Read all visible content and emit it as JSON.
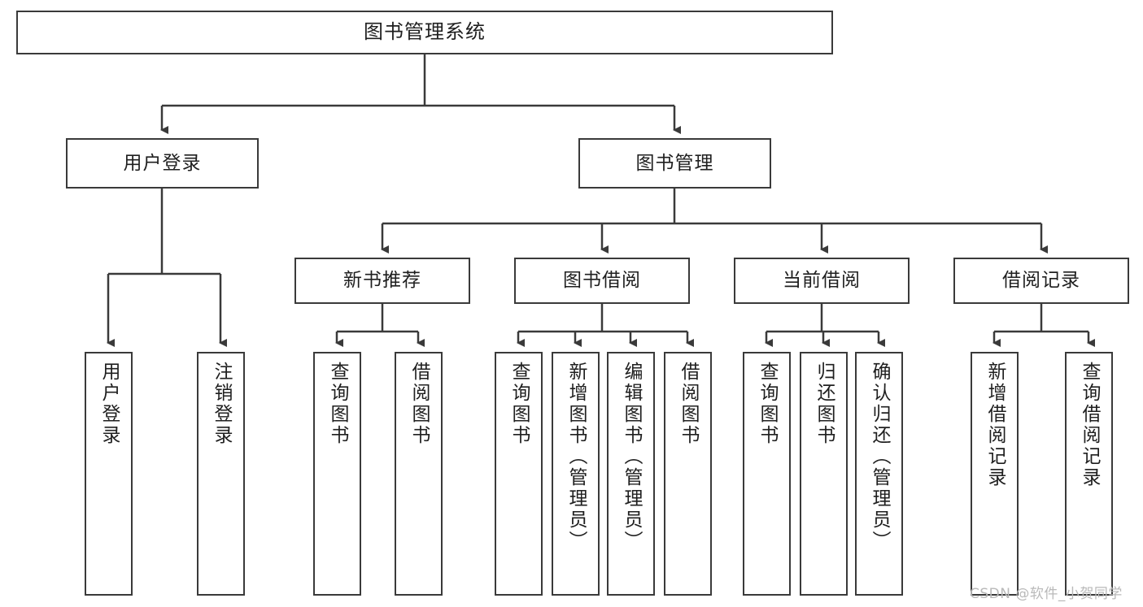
{
  "diagram": {
    "title": "图书管理系统",
    "watermark": "CSDN @软件_小贺同学",
    "line_color": "#3a3a3a",
    "box_fill": "#ffffff",
    "text_color": "#1f1f1f",
    "watermark_color": "#b9b9b9"
  },
  "nodes": {
    "root": {
      "label": "图书管理系统"
    },
    "level1": [
      {
        "label": "用户登录"
      },
      {
        "label": "图书管理"
      }
    ],
    "level2": [
      {
        "label": "新书推荐"
      },
      {
        "label": "图书借阅"
      },
      {
        "label": "当前借阅"
      },
      {
        "label": "借阅记录"
      }
    ],
    "leaves": {
      "user_login": [
        {
          "label": "用户登录"
        },
        {
          "label": "注销登录"
        }
      ],
      "new_book": [
        {
          "label": "查询图书"
        },
        {
          "label": "借阅图书"
        }
      ],
      "book_borrow": [
        {
          "label": "查询图书"
        },
        {
          "label": "新增图书（管理员）"
        },
        {
          "label": "编辑图书（管理员）"
        },
        {
          "label": "借阅图书"
        }
      ],
      "current_borrow": [
        {
          "label": "查询图书"
        },
        {
          "label": "归还图书"
        },
        {
          "label": "确认归还（管理员）"
        }
      ],
      "borrow_record": [
        {
          "label": "新增借阅记录"
        },
        {
          "label": "查询借阅记录"
        }
      ]
    }
  }
}
